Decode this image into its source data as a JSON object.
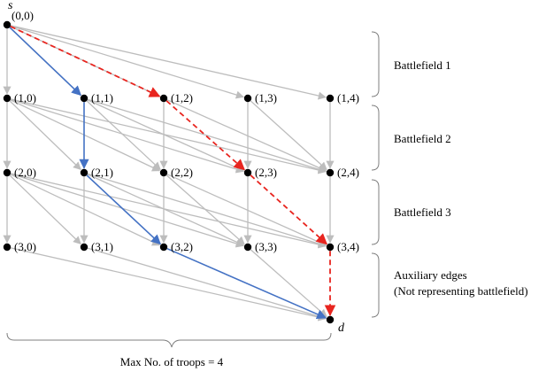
{
  "source_label": "s",
  "sink_label": "d",
  "nodes": [
    {
      "id": "0,0",
      "label": "(0,0)"
    },
    {
      "id": "1,0",
      "label": "(1,0)"
    },
    {
      "id": "1,1",
      "label": "(1,1)"
    },
    {
      "id": "1,2",
      "label": "(1,2)"
    },
    {
      "id": "1,3",
      "label": "(1,3)"
    },
    {
      "id": "1,4",
      "label": "(1,4)"
    },
    {
      "id": "2,0",
      "label": "(2,0)"
    },
    {
      "id": "2,1",
      "label": "(2,1)"
    },
    {
      "id": "2,2",
      "label": "(2,2)"
    },
    {
      "id": "2,3",
      "label": "(2,3)"
    },
    {
      "id": "2,4",
      "label": "(2,4)"
    },
    {
      "id": "3,0",
      "label": "(3,0)"
    },
    {
      "id": "3,1",
      "label": "(3,1)"
    },
    {
      "id": "3,2",
      "label": "(3,2)"
    },
    {
      "id": "3,3",
      "label": "(3,3)"
    },
    {
      "id": "3,4",
      "label": "(3,4)"
    },
    {
      "id": "d",
      "label": ""
    }
  ],
  "edge_style": "grey",
  "edges_grey": [
    [
      "0,0",
      "1,0"
    ],
    [
      "0,0",
      "1,1"
    ],
    [
      "0,0",
      "1,2"
    ],
    [
      "0,0",
      "1,3"
    ],
    [
      "0,0",
      "1,4"
    ],
    [
      "1,0",
      "2,0"
    ],
    [
      "1,0",
      "2,1"
    ],
    [
      "1,0",
      "2,2"
    ],
    [
      "1,0",
      "2,3"
    ],
    [
      "1,0",
      "2,4"
    ],
    [
      "1,1",
      "2,2"
    ],
    [
      "1,1",
      "2,3"
    ],
    [
      "1,1",
      "2,4"
    ],
    [
      "1,2",
      "2,2"
    ],
    [
      "1,2",
      "2,4"
    ],
    [
      "1,3",
      "2,3"
    ],
    [
      "1,3",
      "2,4"
    ],
    [
      "1,4",
      "2,4"
    ],
    [
      "2,0",
      "3,0"
    ],
    [
      "2,0",
      "3,1"
    ],
    [
      "2,0",
      "3,2"
    ],
    [
      "2,0",
      "3,3"
    ],
    [
      "2,0",
      "3,4"
    ],
    [
      "2,1",
      "3,1"
    ],
    [
      "2,1",
      "3,3"
    ],
    [
      "2,1",
      "3,4"
    ],
    [
      "2,2",
      "3,2"
    ],
    [
      "2,2",
      "3,3"
    ],
    [
      "2,2",
      "3,4"
    ],
    [
      "2,3",
      "3,3"
    ],
    [
      "2,4",
      "3,4"
    ],
    [
      "3,0",
      "d"
    ],
    [
      "3,1",
      "d"
    ],
    [
      "3,3",
      "d"
    ]
  ],
  "path_blue": {
    "color": "#4472c4",
    "edges": [
      [
        "0,0",
        "1,1"
      ],
      [
        "1,1",
        "2,1"
      ],
      [
        "2,1",
        "3,2"
      ],
      [
        "3,2",
        "d"
      ]
    ]
  },
  "path_red": {
    "color": "#e8251f",
    "style": "dashed",
    "edges": [
      [
        "0,0",
        "1,2"
      ],
      [
        "1,2",
        "2,3"
      ],
      [
        "2,3",
        "3,4"
      ],
      [
        "3,4",
        "d"
      ]
    ]
  },
  "stages": [
    {
      "label": "Battlefield 1"
    },
    {
      "label": "Battlefield 2"
    },
    {
      "label": "Battlefield 3"
    },
    {
      "label": "Auxiliary edges",
      "sublabel": "(Not representing battlefield)"
    }
  ],
  "bottom_label": "Max No. of troops = 4"
}
